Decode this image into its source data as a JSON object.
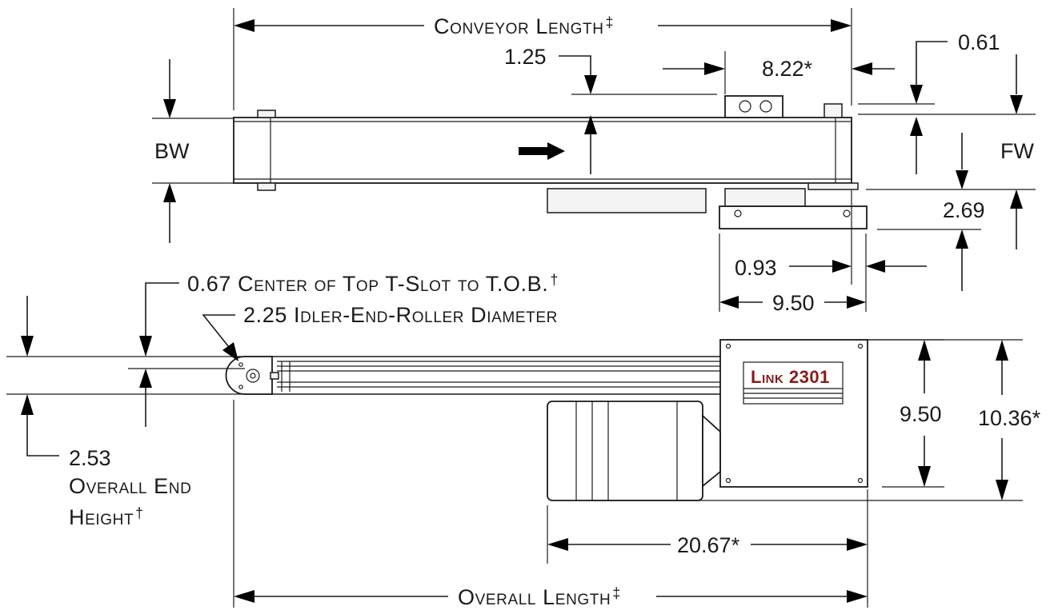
{
  "dimensions": {
    "conveyor_length": "Conveyor Length",
    "conveyor_length_mark": "‡",
    "overall_length": "Overall Length",
    "overall_length_mark": "‡",
    "d_1_25": "1.25",
    "d_8_22": "8.22*",
    "d_0_61": "0.61",
    "bw": "BW",
    "fw": "FW",
    "d_2_69": "2.69",
    "d_0_93": "0.93",
    "d_9_50_top": "9.50",
    "d_0_67": "0.67 Center of Top T-Slot to T.O.B.",
    "d_0_67_mark": "†",
    "d_2_25": "2.25 Idler-End-Roller Diameter",
    "d_9_50_side": "9.50",
    "d_10_36": "10.36*",
    "d_2_53": "2.53",
    "overall_end": "Overall End",
    "height": "Height",
    "height_mark": "†",
    "d_20_67": "20.67*"
  },
  "brand_label": "Link 2301"
}
